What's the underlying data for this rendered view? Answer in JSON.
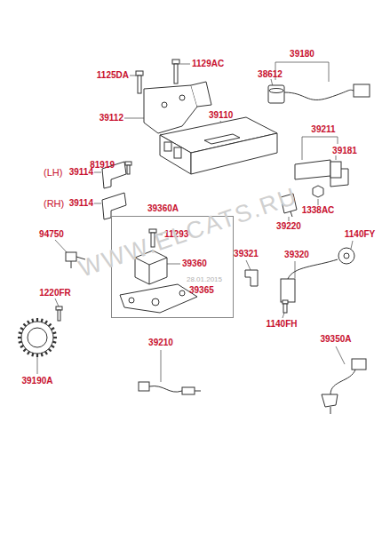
{
  "diagram": {
    "nodes": [
      {
        "text": [
          "39360A"
        ]
      }
    ],
    "labels": [
      "1125DA",
      "1129AC",
      "39112",
      "39110",
      "81919",
      "(LH)",
      "39114",
      "(RH)",
      "39114",
      "39180",
      "38612",
      "39211",
      "39181",
      "1338AC",
      "39220",
      "11293",
      "39360",
      "39365",
      "94750",
      "39321",
      "39320",
      "1140FY",
      "1220FR",
      "1140FH",
      "39210",
      "39350A",
      "39190A",
      "WWW.ELCATS.RU",
      "28.01.2015"
    ]
  }
}
